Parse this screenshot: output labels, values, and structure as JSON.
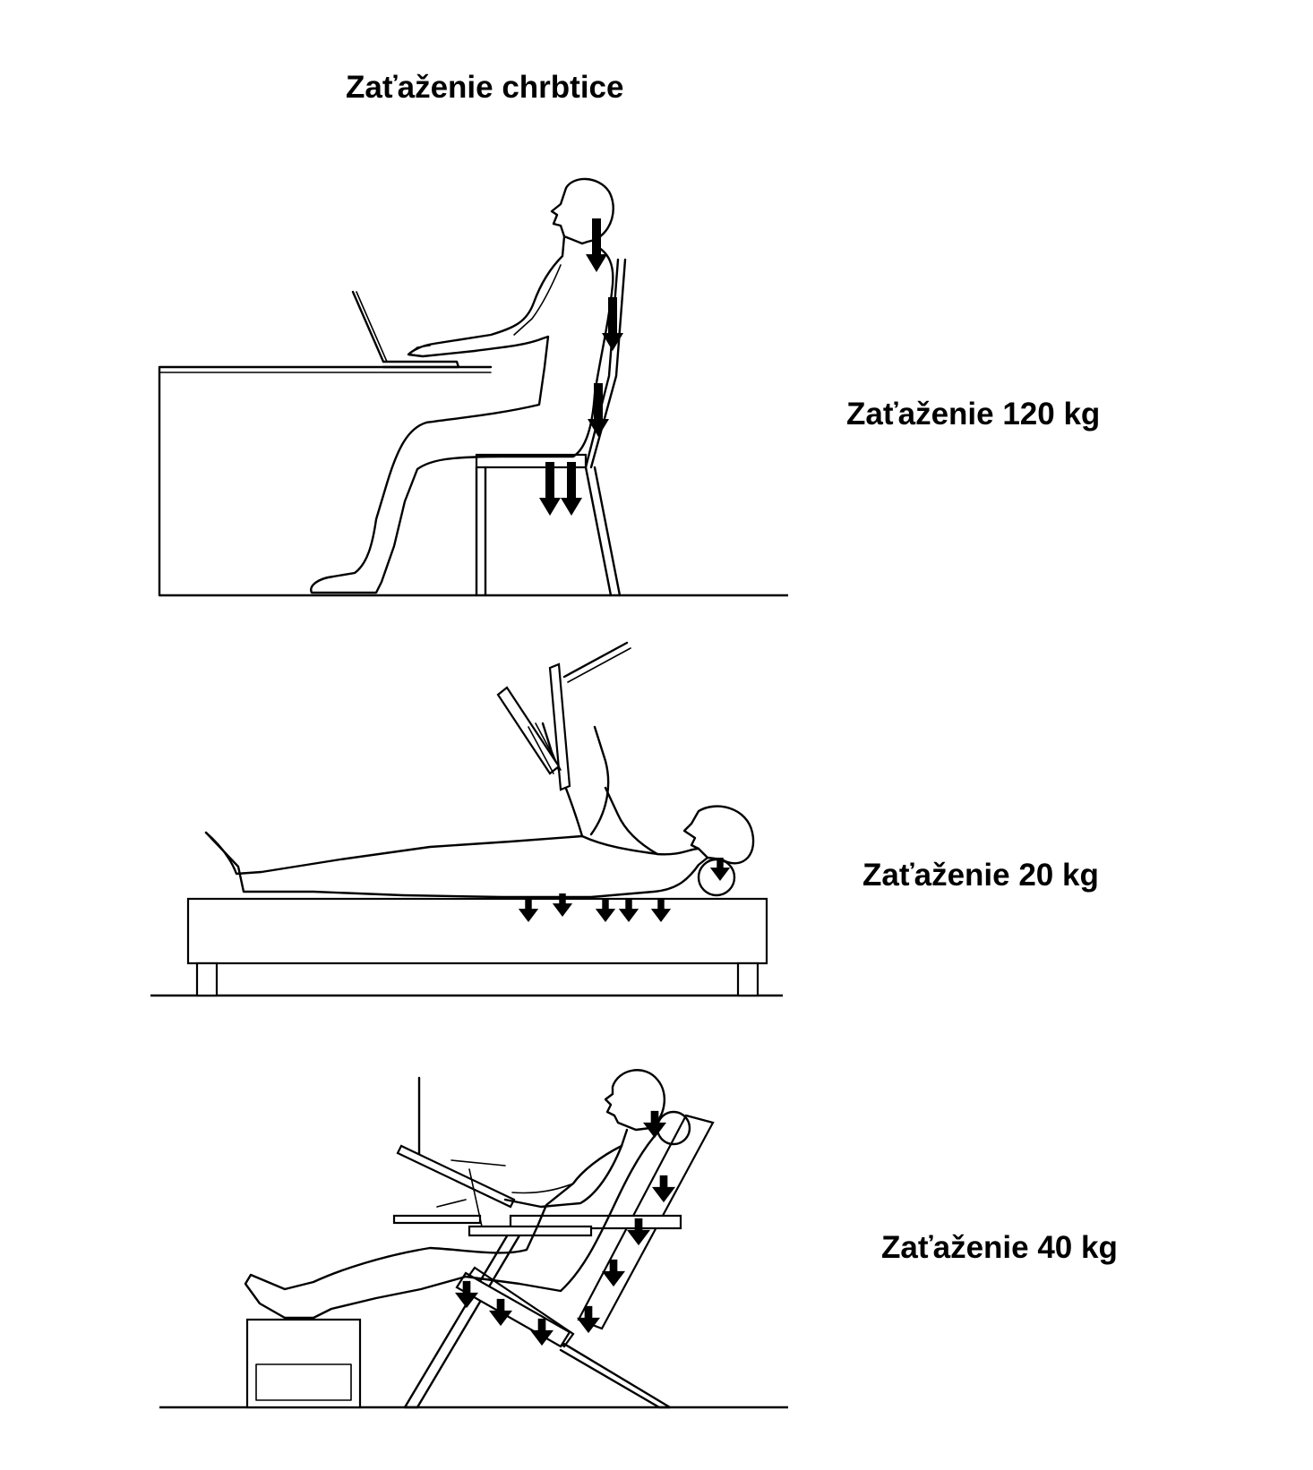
{
  "title": "Zaťaženie chrbtice",
  "scenes": [
    {
      "id": "sitting",
      "load_label": "Zaťaženie 120 kg"
    },
    {
      "id": "lying",
      "load_label": "Zaťaženie 20 kg"
    },
    {
      "id": "reclining",
      "load_label": "Zaťaženie 40 kg"
    }
  ],
  "colors": {
    "stroke": "#000000",
    "background": "#ffffff"
  }
}
